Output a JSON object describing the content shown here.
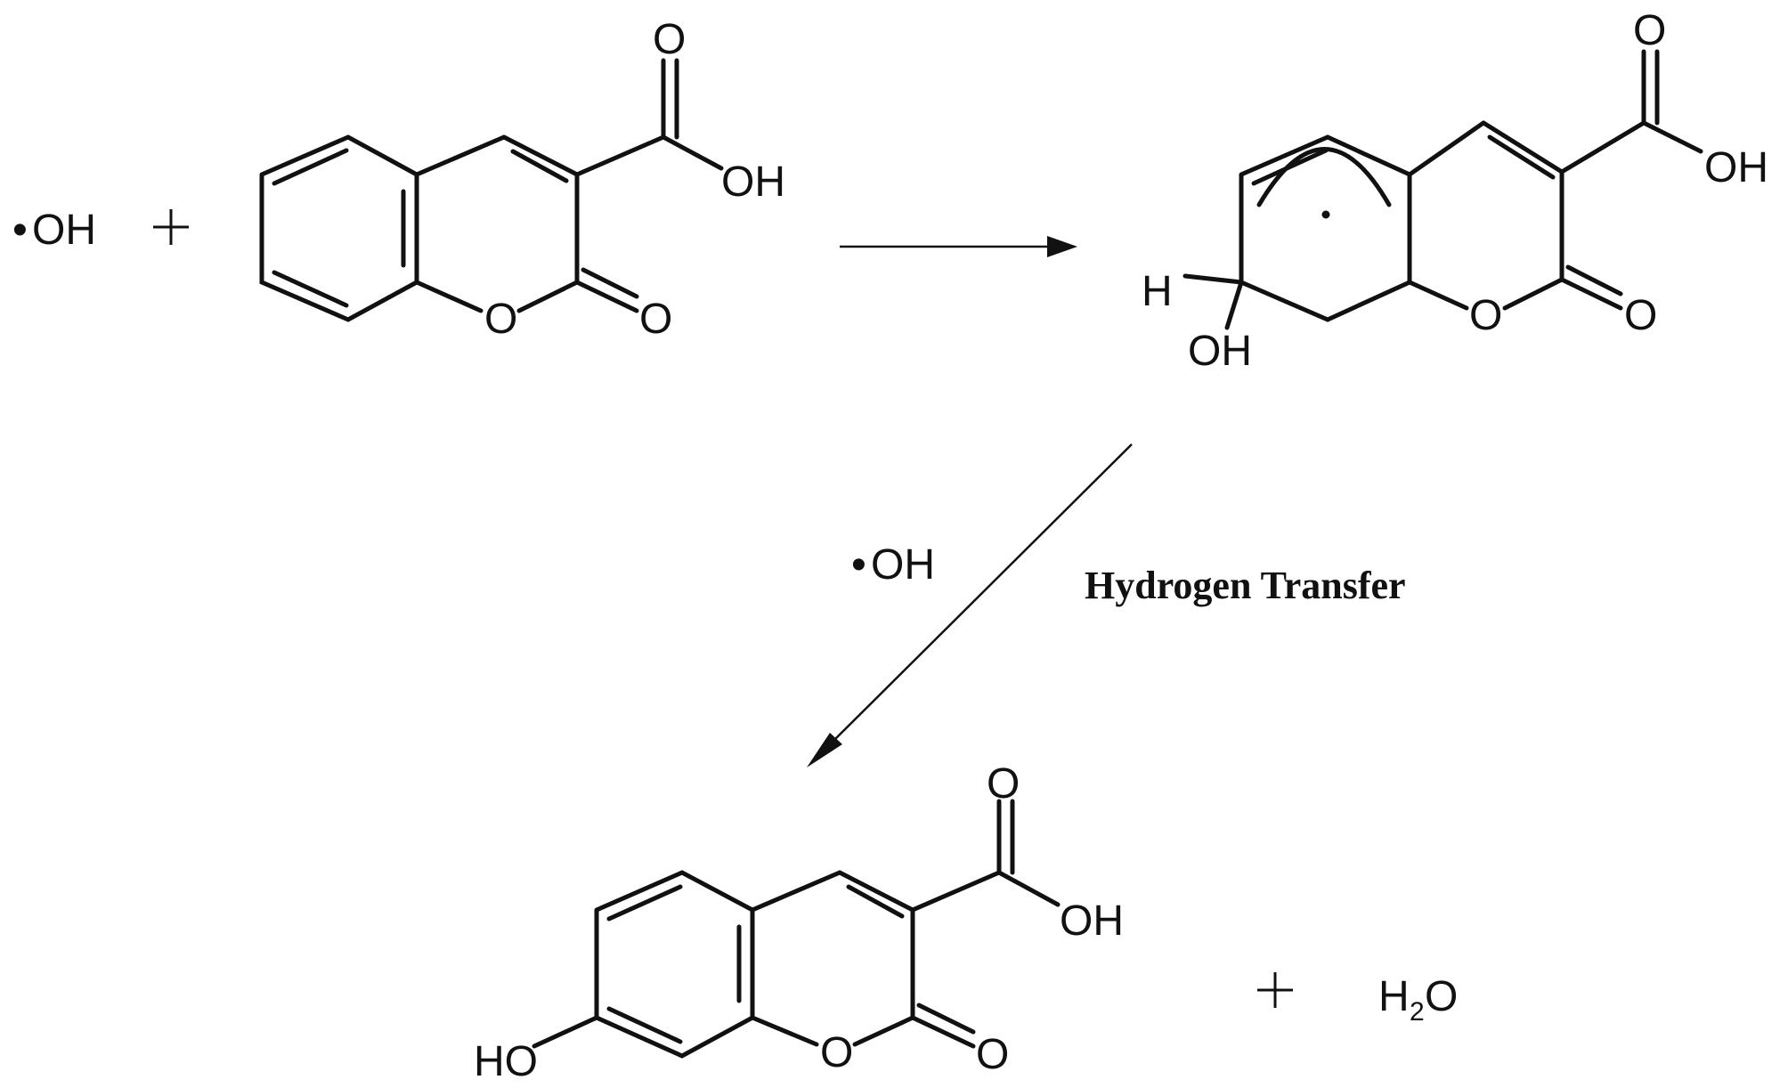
{
  "reactant_radical": {
    "dot": "•",
    "formula": "OH"
  },
  "plus_sign": "+",
  "reagent_label": {
    "dot": "•",
    "formula": "OH"
  },
  "condition_label": "Hydrogen Transfer",
  "atoms": {
    "oxygen": "O",
    "hydroxyl": "OH",
    "ring_hydroxyl": "HO",
    "hydrogen": "H"
  },
  "water": {
    "element": "H",
    "subscript": "2",
    "tail": "O"
  },
  "colors": {
    "ink": "#111111",
    "background": "#ffffff"
  }
}
